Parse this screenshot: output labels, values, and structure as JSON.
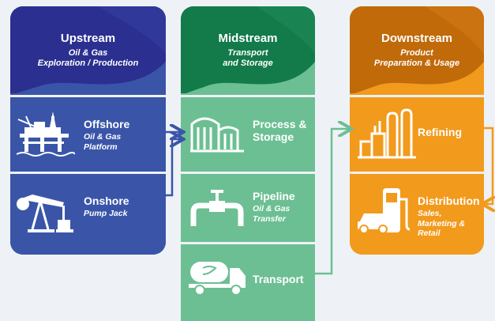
{
  "columns": {
    "upstream": {
      "title": "Upstream",
      "subtitle": [
        "Oil & Gas",
        "Exploration / Production"
      ],
      "color": "#3a55a8",
      "header_color": "#2b2f8f"
    },
    "midstream": {
      "title": "Midstream",
      "subtitle": [
        "Transport",
        "and Storage"
      ],
      "color": "#6cbf93",
      "header_color": "#137a4a"
    },
    "downstream": {
      "title": "Downstream",
      "subtitle": [
        "Product",
        "Preparation & Usage"
      ],
      "color": "#f29a1c",
      "header_color": "#c06a0a"
    }
  },
  "upstream_items": [
    {
      "title": "Offshore",
      "subtitle": [
        "Oil & Gas",
        "Platform"
      ],
      "icon": "offshore-platform-icon"
    },
    {
      "title": "Onshore",
      "subtitle": [
        "Pump Jack"
      ],
      "icon": "pump-jack-icon"
    }
  ],
  "midstream_items": [
    {
      "title": [
        "Process &",
        "Storage"
      ],
      "subtitle": [],
      "icon": "storage-tanks-icon"
    },
    {
      "title": [
        "Pipeline"
      ],
      "subtitle": [
        "Oil & Gas",
        "Transfer"
      ],
      "icon": "pipeline-valve-icon"
    },
    {
      "title": [
        "Transport"
      ],
      "subtitle": [],
      "icon": "tanker-truck-icon"
    }
  ],
  "downstream_items": [
    {
      "title": [
        "Refining"
      ],
      "subtitle": [],
      "icon": "refinery-icon"
    },
    {
      "title": [
        "Distribution"
      ],
      "subtitle": [
        "Sales,",
        "Marketing &",
        "Retail"
      ],
      "icon": "fuel-pump-car-icon"
    }
  ],
  "connector_color": "#3a55a8",
  "connector_color_green": "#6cbf93",
  "connector_color_orange": "#f29a1c"
}
